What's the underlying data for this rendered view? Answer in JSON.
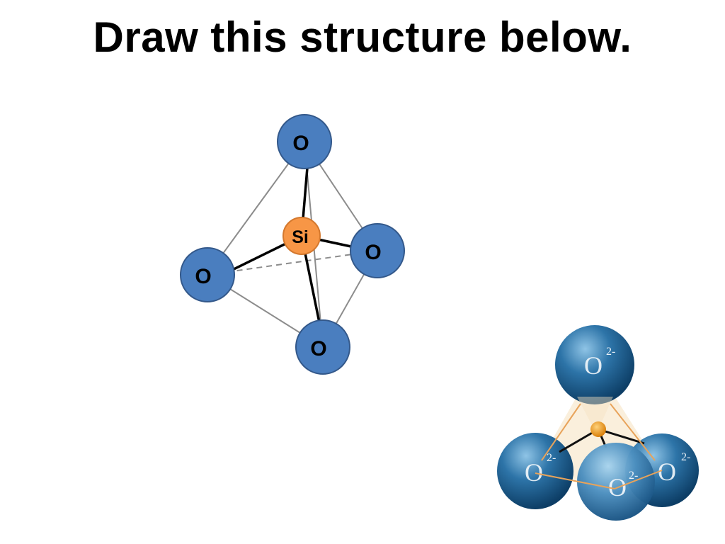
{
  "slide": {
    "title": "Draw this structure below."
  },
  "diagram_2d": {
    "center_atom": "Si",
    "outer_atoms": [
      "O",
      "O",
      "O",
      "O"
    ]
  },
  "diagram_3d": {
    "outer_atoms": [
      "O",
      "O",
      "O",
      "O"
    ],
    "charge": "2-"
  },
  "colors": {
    "oxygen": "#4a7ebf",
    "silicon": "#f79646",
    "bond": "#000000",
    "edge": "#8c8c8c"
  }
}
